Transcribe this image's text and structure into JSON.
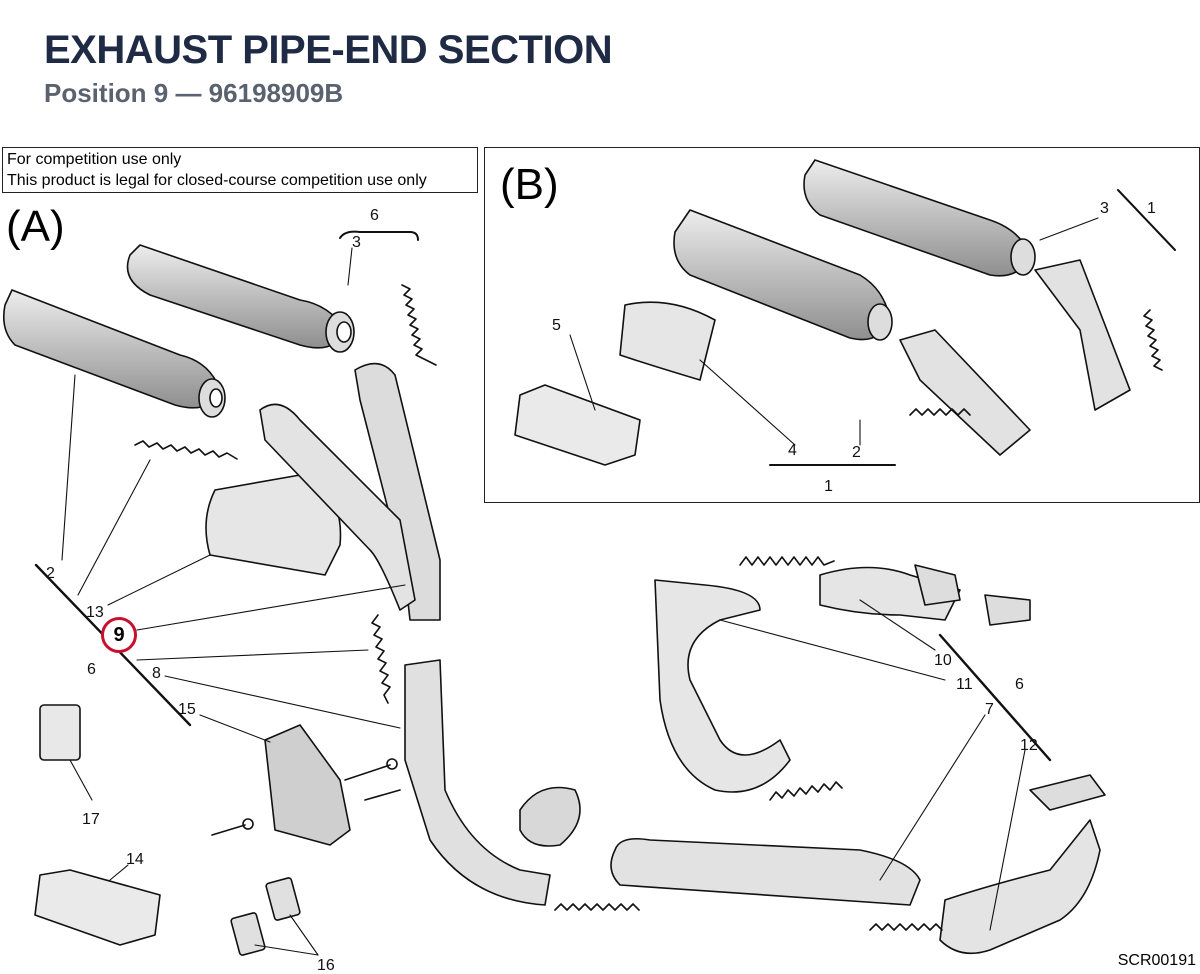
{
  "header": {
    "title": "EXHAUST PIPE-END SECTION",
    "subtitle": "Position 9 — 96198909B"
  },
  "notice": {
    "line1": "For competition use only",
    "line2": "This product is legal for closed-course competition use only"
  },
  "views": {
    "a": "(A)",
    "b": "(B)"
  },
  "highlight": {
    "number": "9",
    "color": "#c8102e"
  },
  "callouts": {
    "a": [
      "6",
      "3",
      "2",
      "13",
      "6",
      "8",
      "15",
      "17",
      "14",
      "16"
    ],
    "b": [
      "3",
      "1",
      "5",
      "4",
      "2",
      "1"
    ],
    "main": [
      "10",
      "11",
      "6",
      "7",
      "12"
    ]
  },
  "drawing_code": "SCR00191"
}
